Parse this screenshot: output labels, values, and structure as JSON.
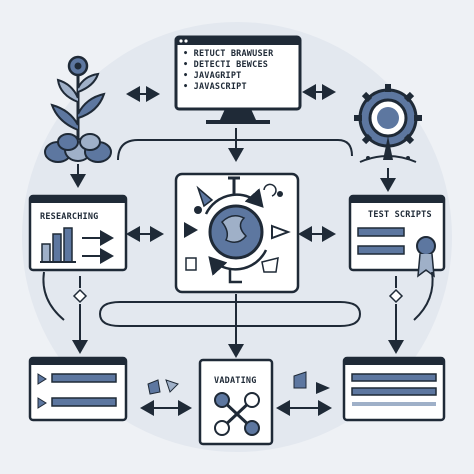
{
  "monitor": {
    "lines": [
      "• RETUCT BRAWUSER",
      "• DETECTI BEWCES",
      "• JAVAGRIPT",
      "• JAVASCRIPT"
    ]
  },
  "boxes": {
    "researching": "RESEARCHING",
    "test_scripts": "TEST SCRIPTS",
    "validating": "VADATING"
  },
  "colors": {
    "ink": "#1f2a37",
    "accent": "#5d77a0",
    "accent_light": "#9fb0c8",
    "panel": "#ffffff",
    "background": "#eef1f5"
  },
  "icons": [
    "plant-icon",
    "monitor-icon",
    "gear-magnifier-icon",
    "bar-chart-icon",
    "cycle-globe-icon",
    "badge-icon",
    "node-graph-icon"
  ]
}
